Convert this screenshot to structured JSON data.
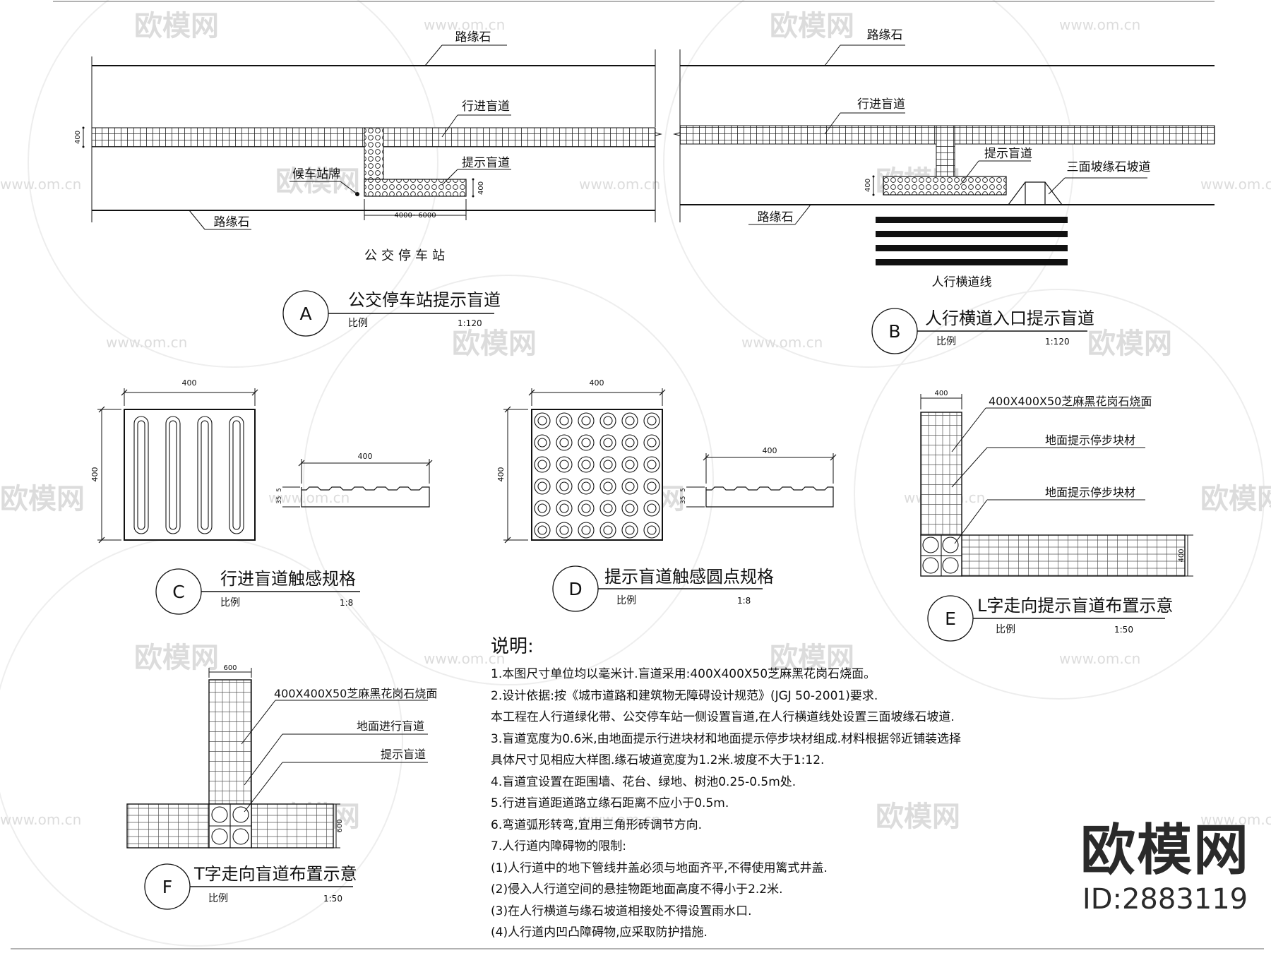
{
  "watermark": {
    "brand": "欧模网",
    "url": "www.om.cn"
  },
  "view_a": {
    "curb_top": "路缘石",
    "travel_path": "行进盲道",
    "bus_stop_sign": "候车站牌",
    "warning_path": "提示盲道",
    "curb_bottom": "路缘石",
    "dim_400_left": "400",
    "dim_400_right": "400",
    "dim_length": "4000~6000",
    "caption": "公交停车站",
    "badge": "A",
    "title": "公交停车站提示盲道",
    "scale_label": "比例",
    "scale": "1:120"
  },
  "view_b": {
    "curb_top": "路缘石",
    "travel_path": "行进盲道",
    "warning_path": "提示盲道",
    "ramp": "三面坡缘石坡道",
    "curb_bottom": "路缘石",
    "dim_400": "400",
    "crosswalk": "人行横道线",
    "badge": "B",
    "title": "人行横道入口提示盲道",
    "scale_label": "比例",
    "scale": "1:120"
  },
  "view_c": {
    "dim_w": "400",
    "dim_h": "400",
    "dim_section": "400",
    "dim_t1": "5",
    "dim_t2": "35",
    "badge": "C",
    "title": "行进盲道触感规格",
    "scale_label": "比例",
    "scale": "1:8"
  },
  "view_d": {
    "dim_w": "400",
    "dim_h": "400",
    "dim_section": "400",
    "dim_t1": "5",
    "dim_t2": "35",
    "badge": "D",
    "title": "提示盲道触感圆点规格",
    "scale_label": "比例",
    "scale": "1:8"
  },
  "view_e": {
    "dim_top": "400",
    "dim_side": "400",
    "label_1": "400X400X50芝麻黑花岗石烧面",
    "label_2": "地面提示停步块材",
    "label_3": "地面提示停步块材",
    "badge": "E",
    "title": "L字走向提示盲道布置示意",
    "scale_label": "比例",
    "scale": "1:50"
  },
  "view_f": {
    "dim_top": "600",
    "dim_side": "600",
    "label_1": "400X400X50芝麻黑花岗石烧面",
    "label_2": "地面进行盲道",
    "label_3": "提示盲道",
    "badge": "F",
    "title": "T字走向盲道布置示意",
    "scale_label": "比例",
    "scale": "1:50"
  },
  "notes": {
    "title": "说明:",
    "lines": [
      "1.本图尺寸单位均以毫米计.盲道采用:400X400X50芝麻黑花岗石烧面。",
      "2.设计依据:按《城市道路和建筑物无障碍设计规范》(JGJ 50-2001)要求.",
      "   本工程在人行道绿化带、公交停车站一侧设置盲道,在人行横道线处设置三面坡缘石坡道.",
      "3.盲道宽度为0.6米,由地面提示行进块材和地面提示停步块材组成.材料根据邻近铺装选择",
      "   具体尺寸见相应大样图.缘石坡道宽度为1.2米.坡度不大于1:12.",
      "4.盲道宜设置在距围墙、花台、绿地、树池0.25-0.5m处.",
      "5.行进盲道距道路立缘石距离不应小于0.5m.",
      "6.弯道弧形转弯,宜用三角形砖调节方向.",
      "7.人行道内障碍物的限制:",
      "  (1)人行道中的地下管线井盖必须与地面齐平,不得使用篱式井盖.",
      "  (2)侵入人行道空间的悬挂物距地面高度不得小于2.2米.",
      "  (3)在人行横道与缘石坡道相接处不得设置雨水口.",
      "  (4)人行道内凹凸障碍物,应采取防护措施."
    ]
  },
  "brand": {
    "name": "欧模网",
    "id": "ID:2883119"
  }
}
